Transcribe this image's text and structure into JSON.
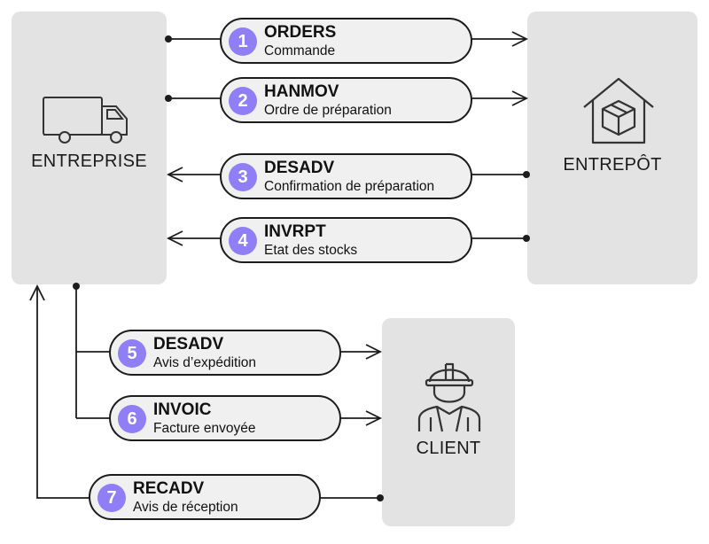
{
  "nodes": {
    "entreprise": {
      "label": "ENTREPRISE",
      "icon": "truck-icon"
    },
    "entrepot": {
      "label": "ENTREPÔT",
      "icon": "warehouse-box-icon"
    },
    "client": {
      "label": "CLIENT",
      "icon": "worker-hardhat-icon"
    }
  },
  "messages": [
    {
      "number": "1",
      "code": "ORDERS",
      "description": "Commande"
    },
    {
      "number": "2",
      "code": "HANMOV",
      "description": "Ordre de préparation"
    },
    {
      "number": "3",
      "code": "DESADV",
      "description": "Confirmation de préparation"
    },
    {
      "number": "4",
      "code": "INVRPT",
      "description": "Etat des stocks"
    },
    {
      "number": "5",
      "code": "DESADV",
      "description": "Avis d’expédition"
    },
    {
      "number": "6",
      "code": "INVOIC",
      "description": "Facture envoyée"
    },
    {
      "number": "7",
      "code": "RECADV",
      "description": "Avis de réception"
    }
  ],
  "colors": {
    "box": "#e3e3e3",
    "pill": "#f0f0f0",
    "badge": "#8f7ef5",
    "line": "#1c1c1c"
  }
}
